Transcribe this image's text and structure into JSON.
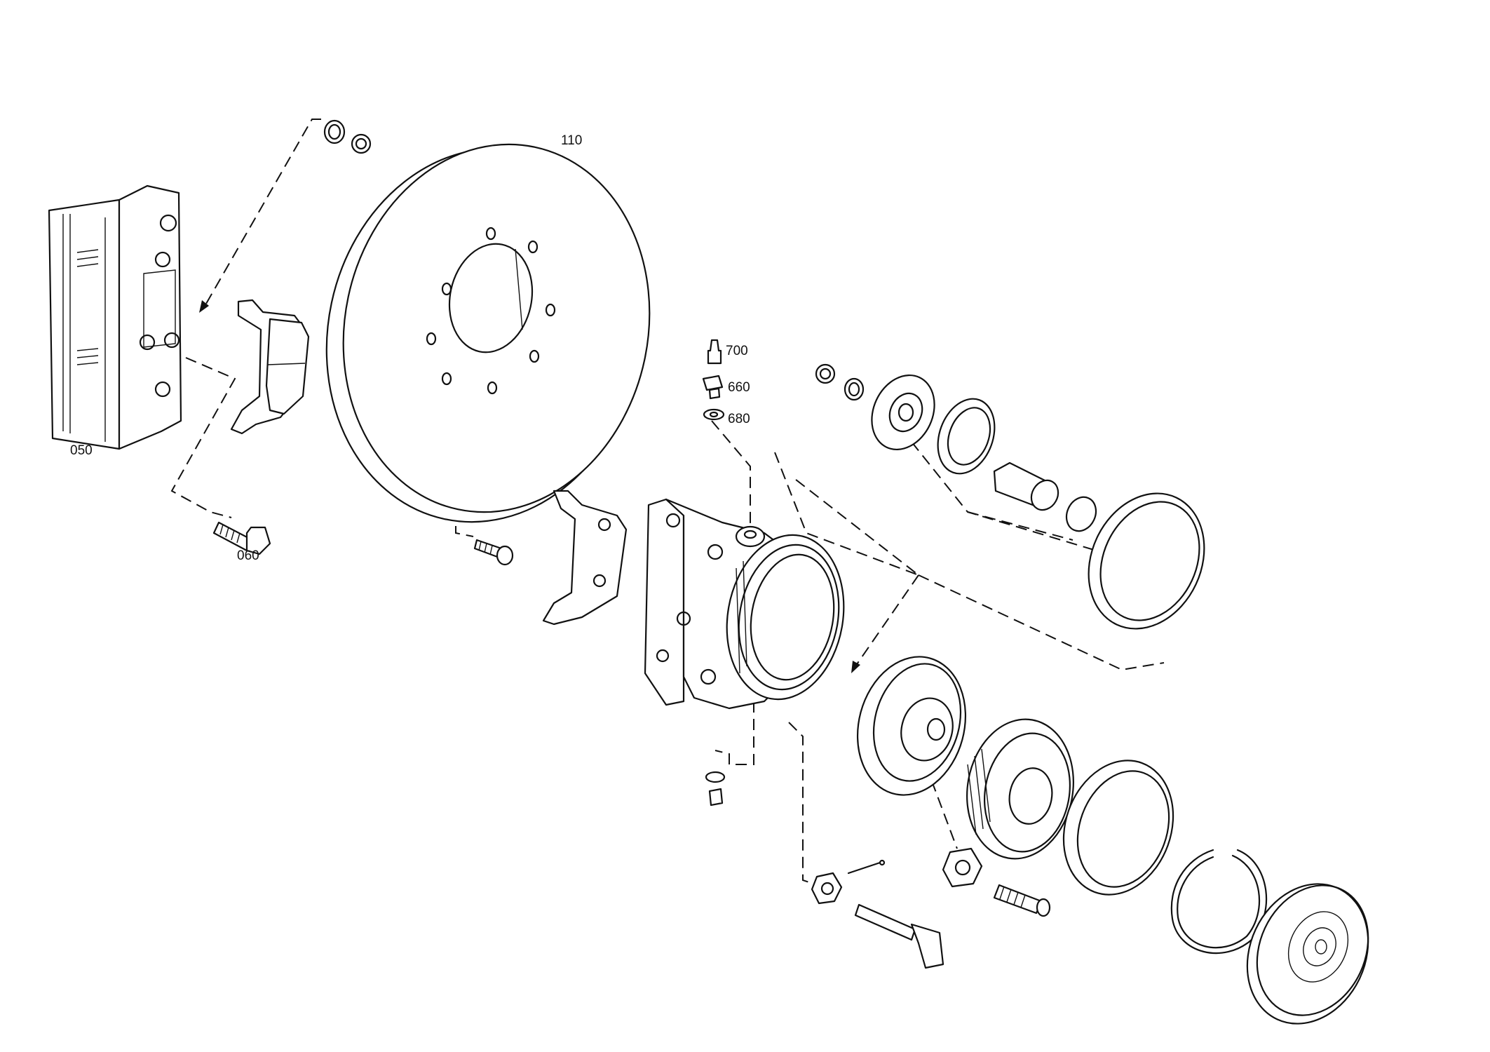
{
  "labels": {
    "part_050": "050",
    "part_060": "060",
    "part_110": "110",
    "part_700": "700",
    "part_660": "660",
    "part_680": "680"
  }
}
